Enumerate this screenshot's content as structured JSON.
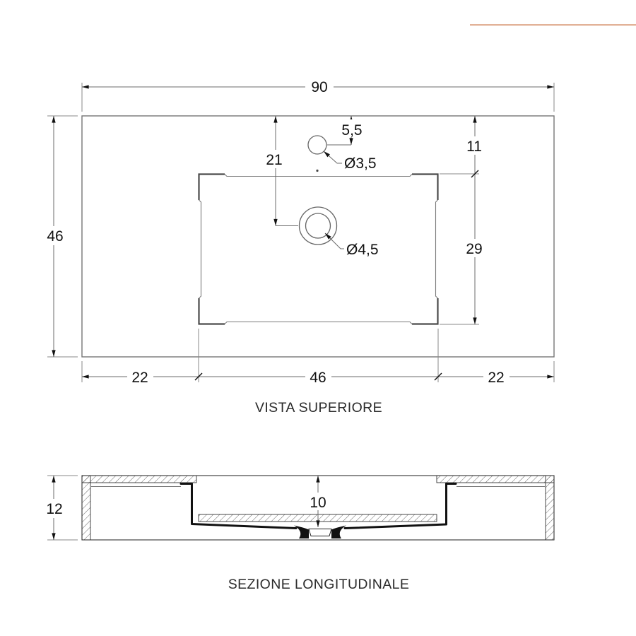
{
  "accent": {
    "color": "#e2b298"
  },
  "top_view": {
    "caption": "VISTA SUPERIORE",
    "dims": {
      "overall_width": "90",
      "overall_depth": "46",
      "left_offset": "22",
      "basin_width": "46",
      "right_offset": "22",
      "drain_center_from_top": "21",
      "faucet_center_from_top": "5,5",
      "faucet_diameter": "Ø3,5",
      "drain_diameter": "Ø4,5",
      "basin_edge_from_top": "11",
      "basin_depth_plan": "29"
    }
  },
  "section_view": {
    "caption": "SEZIONE LONGITUDINALE",
    "dims": {
      "overall_height": "12",
      "basin_depth": "10"
    }
  }
}
